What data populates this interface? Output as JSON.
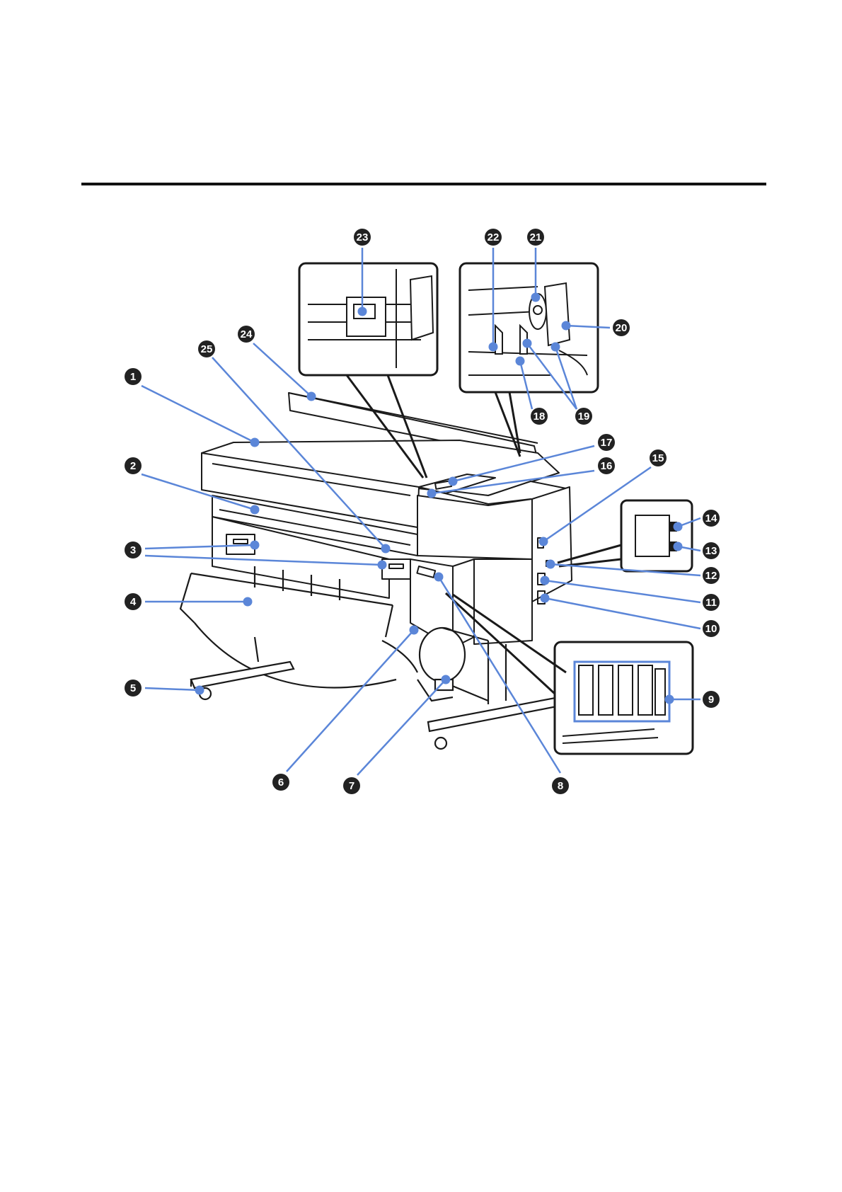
{
  "page": {
    "colors": {
      "rule": "#111111",
      "leader": "#5b86d8",
      "badge": "#222222",
      "badge_text": "#ffffff",
      "outline": "#1a1a1a"
    }
  },
  "diagram": {
    "subject": "printer-front-view",
    "callouts": [
      {
        "id": "1",
        "label": "1"
      },
      {
        "id": "2",
        "label": "2"
      },
      {
        "id": "3",
        "label": "3"
      },
      {
        "id": "4",
        "label": "4"
      },
      {
        "id": "5",
        "label": "5"
      },
      {
        "id": "6",
        "label": "6"
      },
      {
        "id": "7",
        "label": "7"
      },
      {
        "id": "8",
        "label": "8"
      },
      {
        "id": "9",
        "label": "9"
      },
      {
        "id": "10",
        "label": "10"
      },
      {
        "id": "11",
        "label": "11"
      },
      {
        "id": "12",
        "label": "12"
      },
      {
        "id": "13",
        "label": "13"
      },
      {
        "id": "14",
        "label": "14"
      },
      {
        "id": "15",
        "label": "15"
      },
      {
        "id": "16",
        "label": "16"
      },
      {
        "id": "17",
        "label": "17"
      },
      {
        "id": "18",
        "label": "18"
      },
      {
        "id": "19",
        "label": "19"
      },
      {
        "id": "20",
        "label": "20"
      },
      {
        "id": "21",
        "label": "21"
      },
      {
        "id": "22",
        "label": "22"
      },
      {
        "id": "23",
        "label": "23"
      },
      {
        "id": "24",
        "label": "24"
      },
      {
        "id": "25",
        "label": "25"
      }
    ]
  }
}
